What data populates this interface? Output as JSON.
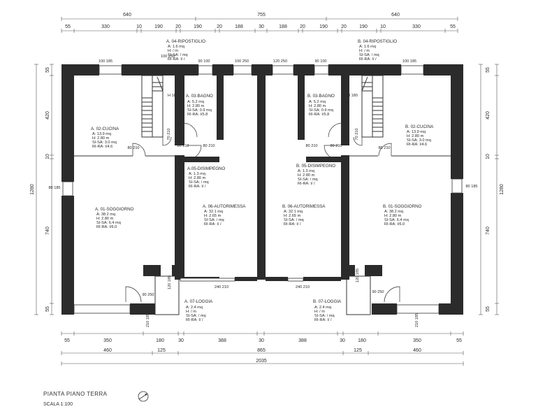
{
  "drawing": {
    "title": "PIANTA PIANO TERRA",
    "scale": "SCALA 1:100"
  },
  "dims": {
    "top1": [
      "640",
      "755",
      "640"
    ],
    "top2": [
      "55",
      "330",
      "10",
      "190",
      "20",
      "190",
      "20",
      "188",
      "30",
      "188",
      "20",
      "190",
      "20",
      "190",
      "10",
      "330",
      "55"
    ],
    "bottom1": [
      "55",
      "350",
      "180",
      "30",
      "388",
      "30",
      "388",
      "30",
      "180",
      "350",
      "55"
    ],
    "bottom2": [
      "460",
      "125",
      "865",
      "125",
      "460"
    ],
    "bottom3": "2035",
    "left_outer": "1280",
    "left_inner": [
      "55",
      "420",
      "10",
      "740",
      "55"
    ],
    "right_outer": "1280",
    "right_inner": [
      "55",
      "420",
      "10",
      "740",
      "55"
    ]
  },
  "openings": {
    "top_windows": [
      "100 185",
      "90 100",
      "100 250",
      "120 250",
      "100 250",
      "90 100",
      "100 185"
    ],
    "window_left": "80 185",
    "window_right": "80 185",
    "door_a_kitchen": "80 210",
    "door_a_bath": "80 210",
    "door_a_corridor": "80 210",
    "door_b_kitchen": "80 210",
    "door_b_bath": "80 210",
    "door_b_corridor": "80 210",
    "stair_h_a": "H 180",
    "stair_h_b": "H 180",
    "stair_door_a": "70 210",
    "stair_door_b": "70 210",
    "garage_a": "240 210",
    "garage_b": "240 210",
    "entry_a": "90 250",
    "entry_b": "90 250",
    "loggia_opening_a": "120 185",
    "loggia_opening_b": "120 185",
    "bottom_window_a": "210 185",
    "bottom_window_b": "210 185"
  },
  "rooms": {
    "a_ripostiglio": {
      "name": "A. 04-RIPOSTIGLIO",
      "lines": [
        "A: 1.6 mq",
        "H: / m",
        "SI-SA: / mq",
        "RI-RA: I/ /"
      ]
    },
    "a_bagno": {
      "name": "A. 03-BAGNO",
      "lines": [
        "A: 5.2 mq",
        "H: 2.80 m",
        "SI-SA: 0.9 mq",
        "RI-RA: I/5.8"
      ]
    },
    "a_cucina": {
      "name": "A. 02-CUCINA",
      "lines": [
        "A: 13.9 mq",
        "H: 2.80 m",
        "SI-SA: 3.0 mq",
        "RI-RA: I/4.6"
      ]
    },
    "a_disimpegno": {
      "name": "A.05-DISIMPEGNO",
      "lines": [
        "A: 1.3 mq",
        "H: 2.80 m",
        "SI-SA: / mq",
        "RI-RA: I/ /"
      ]
    },
    "a_soggiorno": {
      "name": "A. 01-SOGGIORNO",
      "lines": [
        "A: 38.2 mq",
        "H: 2.80 m",
        "SI-SA: 6.4 mq",
        "RI-RA: I/6.0"
      ]
    },
    "a_autorimessa": {
      "name": "A. 06-AUTORIMESSA",
      "lines": [
        "A: 32.1 mq",
        "H: 2.65 m",
        "SI-SA: / mq",
        "RI-RA: I/ /"
      ]
    },
    "a_loggia": {
      "name": "A. 07-LOGGIA",
      "lines": [
        "A: 2.4 mq",
        "H: / m",
        "SI-SA: / mq",
        "RI-RA: I/ /"
      ]
    },
    "b_ripostiglio": {
      "name": "B. 04-RIPOSTIGLIO",
      "lines": [
        "A: 1.6 mq",
        "H: / m",
        "SI-SA: / mq",
        "RI-RA: I/ /"
      ]
    },
    "b_bagno": {
      "name": "B. 03-BAGNO",
      "lines": [
        "A: 5.2 mq",
        "H: 2.80 m",
        "SI-SA: 0.9 mq",
        "RI-RA: I/5.8"
      ]
    },
    "b_cucina": {
      "name": "B. 02-CUCINA",
      "lines": [
        "A: 13.9 mq",
        "H: 2.80 m",
        "SI-SA: 3.0 mq",
        "RI-RA: I/4.6"
      ]
    },
    "b_disimpegno": {
      "name": "B. 05-DISIMPEGNO",
      "lines": [
        "A: 1.3 mq",
        "H: 2.80 m",
        "SI-SA: / mq",
        "RI-RA: I/ /"
      ]
    },
    "b_soggiorno": {
      "name": "B. 01-SOGGIORNO",
      "lines": [
        "A: 38.2 mq",
        "H: 2.80 m",
        "SI-SA: 6.4 mq",
        "RI-RA: I/6.0"
      ]
    },
    "b_autorimessa": {
      "name": "B. 06-AUTORIMESSA",
      "lines": [
        "A: 32.1 mq",
        "H: 2.65 m",
        "SI-SA: / mq",
        "RI-RA: I/ /"
      ]
    },
    "b_loggia": {
      "name": "B. 07-LOGGIA",
      "lines": [
        "A: 2.4 mq",
        "H: / m",
        "SI-SA: / mq",
        "RI-RA: I/ /"
      ]
    }
  }
}
